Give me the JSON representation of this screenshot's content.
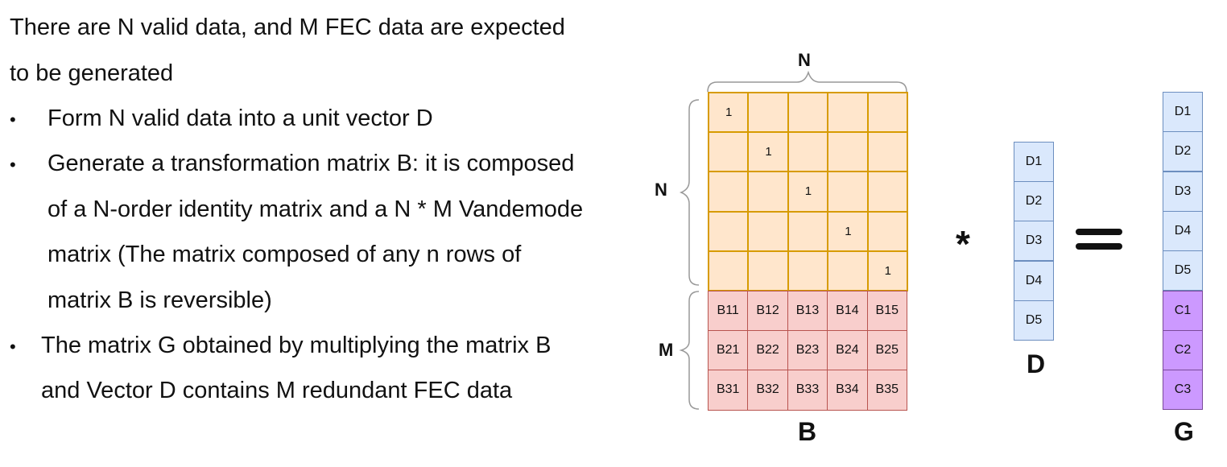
{
  "text": {
    "line1": "There are N valid data, and M FEC data are expected",
    "line2": "to be generated",
    "bullet_symbol": "•",
    "b1": "Form N valid data into a unit vector D",
    "b2_l1": "Generate a transformation matrix B: it is composed",
    "b2_l2": "of a N-order identity matrix and a N * M Vandemode",
    "b2_l3": "matrix (The matrix composed of any n rows of",
    "b2_l4": "matrix B is reversible)",
    "b3_l1": "The matrix G obtained by multiplying the matrix B",
    "b3_l2": "and Vector D contains M redundant FEC data"
  },
  "diagram": {
    "matrix_b": {
      "label": "B",
      "top_label": "N",
      "left_label_n": "N",
      "left_label_m": "M",
      "identity_rows": [
        [
          "1",
          "",
          "",
          "",
          ""
        ],
        [
          "",
          "1",
          "",
          "",
          ""
        ],
        [
          "",
          "",
          "1",
          "",
          ""
        ],
        [
          "",
          "",
          "",
          "1",
          ""
        ],
        [
          "",
          "",
          "",
          "",
          "1"
        ]
      ],
      "redundancy_rows": [
        [
          "B11",
          "B12",
          "B13",
          "B14",
          "B15"
        ],
        [
          "B21",
          "B22",
          "B23",
          "B24",
          "B25"
        ],
        [
          "B31",
          "B32",
          "B33",
          "B34",
          "B35"
        ]
      ]
    },
    "operator_multiply": "*",
    "operator_equals": "=",
    "vector_d": {
      "label": "D",
      "cells": [
        "D1",
        "D2",
        "D3",
        "D4",
        "D5"
      ]
    },
    "vector_g": {
      "label": "G",
      "data_cells": [
        "D1",
        "D2",
        "D3",
        "D4",
        "D5"
      ],
      "fec_cells": [
        "C1",
        "C2",
        "C3"
      ]
    },
    "colors": {
      "identity_fill": "#ffe6cc",
      "identity_border": "#d79b00",
      "redundancy_fill": "#f8cecc",
      "redundancy_border": "#b85450",
      "vector_fill": "#dae8fc",
      "vector_border": "#6c8ebf",
      "fec_fill": "#cc99ff"
    }
  }
}
